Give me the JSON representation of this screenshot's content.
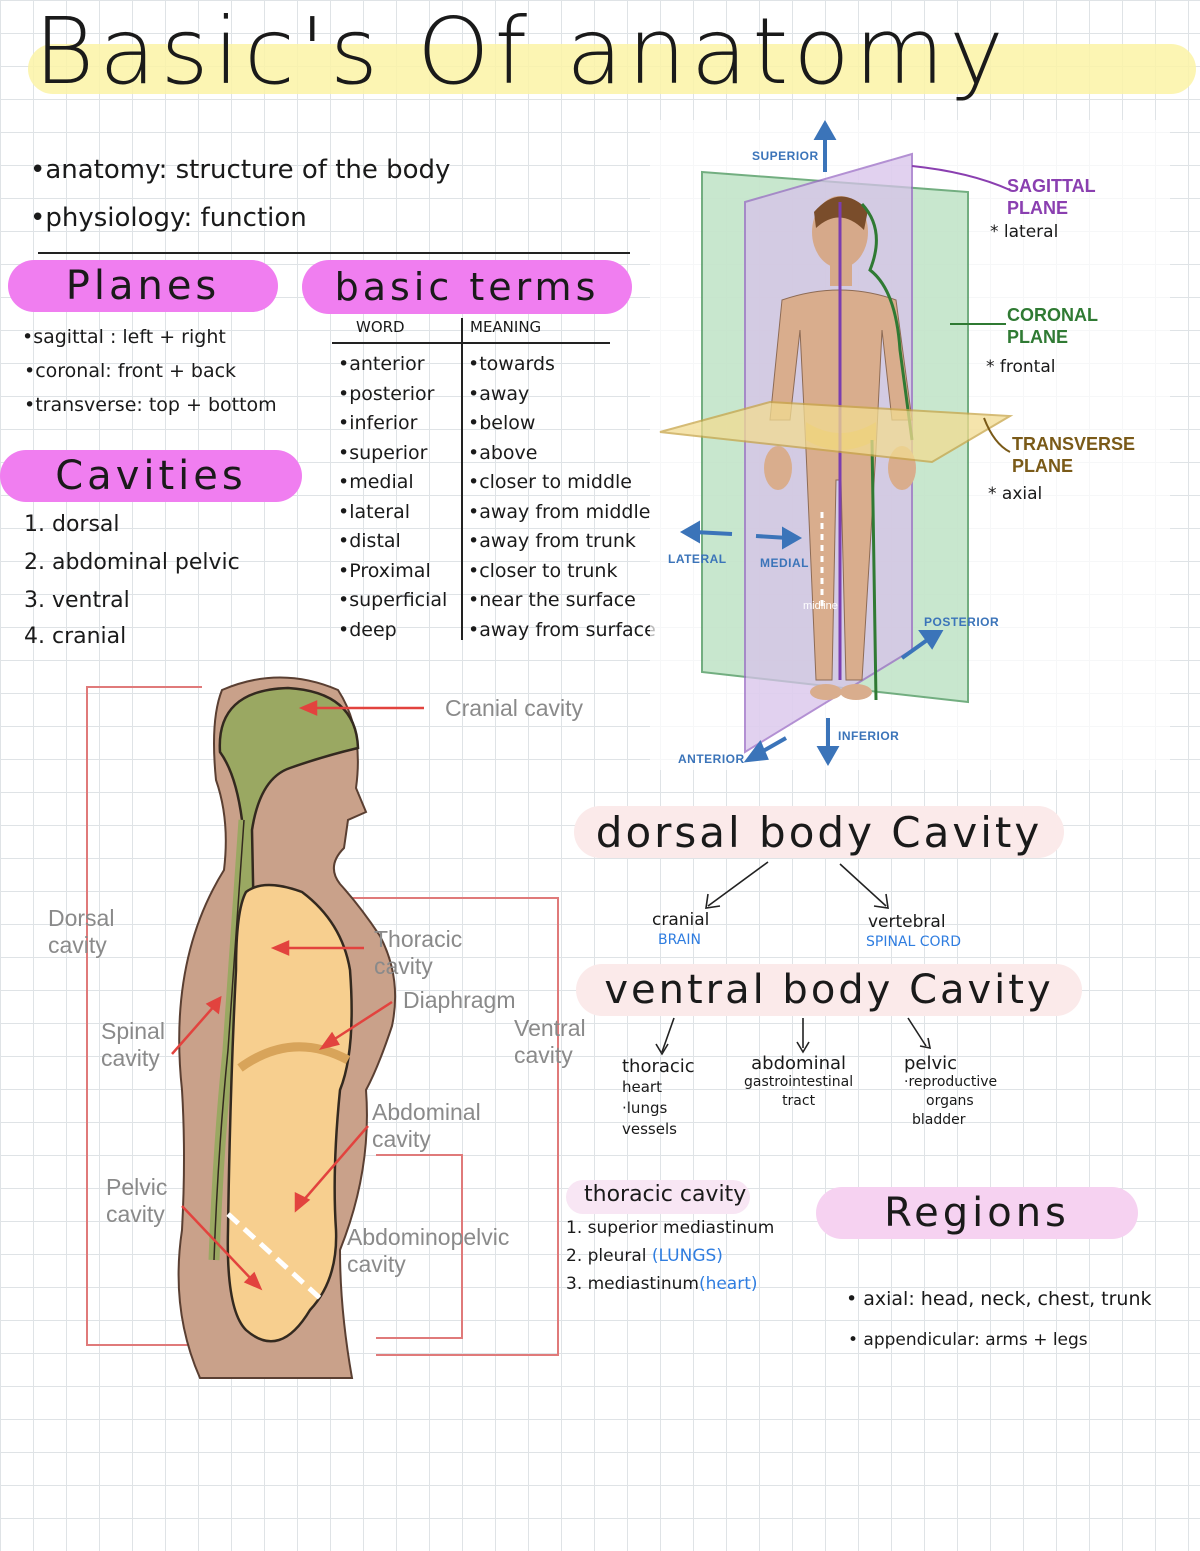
{
  "title": "Basic's Of anatomy",
  "intro": {
    "line1": "•anatomy: structure of the body",
    "line2": "•physiology: function"
  },
  "planes": {
    "heading": "Planes",
    "items": [
      "•sagittal : left + right",
      "•coronal: front + back",
      "•transverse: top + bottom"
    ]
  },
  "basic_terms": {
    "heading": "basic terms",
    "col_word": "WORD",
    "col_meaning": "MEANING",
    "words": [
      "•anterior",
      "•posterior",
      "•inferior",
      "•superior",
      "•medial",
      "•lateral",
      "•distal",
      "•Proximal",
      "•superficial",
      "•deep"
    ],
    "meanings": [
      "•towards",
      "•away",
      "•below",
      "•above",
      "•closer to middle",
      "•away from middle",
      "•away from trunk",
      "•closer to trunk",
      "•near the surface",
      "•away from surface"
    ]
  },
  "cavities": {
    "heading": "Cavities",
    "items": [
      "1. dorsal",
      "2. abdominal pelvic",
      "3. ventral",
      "4. cranial"
    ]
  },
  "planes_figure": {
    "superior": "SUPERIOR",
    "inferior": "INFERIOR",
    "anterior": "ANTERIOR",
    "posterior": "POSTERIOR",
    "lateral": "LATERAL",
    "medial": "MEDIAL",
    "midline": "midline",
    "sagittal": {
      "name1": "SAGITTAL",
      "name2": "PLANE",
      "note": "* lateral"
    },
    "coronal": {
      "name1": "CORONAL",
      "name2": "PLANE",
      "note": "* frontal"
    },
    "transverse": {
      "name1": "TRANSVERSE",
      "name2": "PLANE",
      "note": "* axial"
    },
    "colors": {
      "sagittal": "#8a3fb0",
      "coronal": "#2f7a33",
      "transverse": "#7a5a18"
    }
  },
  "body_figure": {
    "cranial": "Cranial cavity",
    "dorsal1": "Dorsal",
    "dorsal2": "cavity",
    "spinal1": "Spinal",
    "spinal2": "cavity",
    "pelvic1": "Pelvic",
    "pelvic2": "cavity",
    "thoracic1": "Thoracic",
    "thoracic2": "cavity",
    "diaphragm": "Diaphragm",
    "ventral1": "Ventral",
    "ventral2": "cavity",
    "abdominal1": "Abdominal",
    "abdominal2": "cavity",
    "abdpelvic1": "Abdominopelvic",
    "abdpelvic2": "cavity"
  },
  "dorsal_body": {
    "heading": "dorsal body Cavity",
    "left": "cranial",
    "left_sub": "BRAIN",
    "right": "vertebral",
    "right_sub": "SPINAL CORD"
  },
  "ventral_body": {
    "heading": "ventral body Cavity",
    "thoracic": [
      "thoracic",
      "heart",
      "·lungs",
      "vessels"
    ],
    "abdominal": [
      "abdominal",
      "gastrointestinal",
      "tract"
    ],
    "pelvic": [
      "pelvic",
      "·reproductive",
      "organs",
      "bladder"
    ]
  },
  "thoracic_cavity": {
    "heading": "thoracic cavity",
    "item1": "1. superior mediastinum",
    "item2": "2. pleural",
    "item2_note": "(LUNGS)",
    "item3": "3. mediastinum",
    "item3_note": "(heart)"
  },
  "regions": {
    "heading": "Regions",
    "items": [
      "• axial: head, neck, chest, trunk",
      "• appendicular: arms + legs"
    ]
  }
}
